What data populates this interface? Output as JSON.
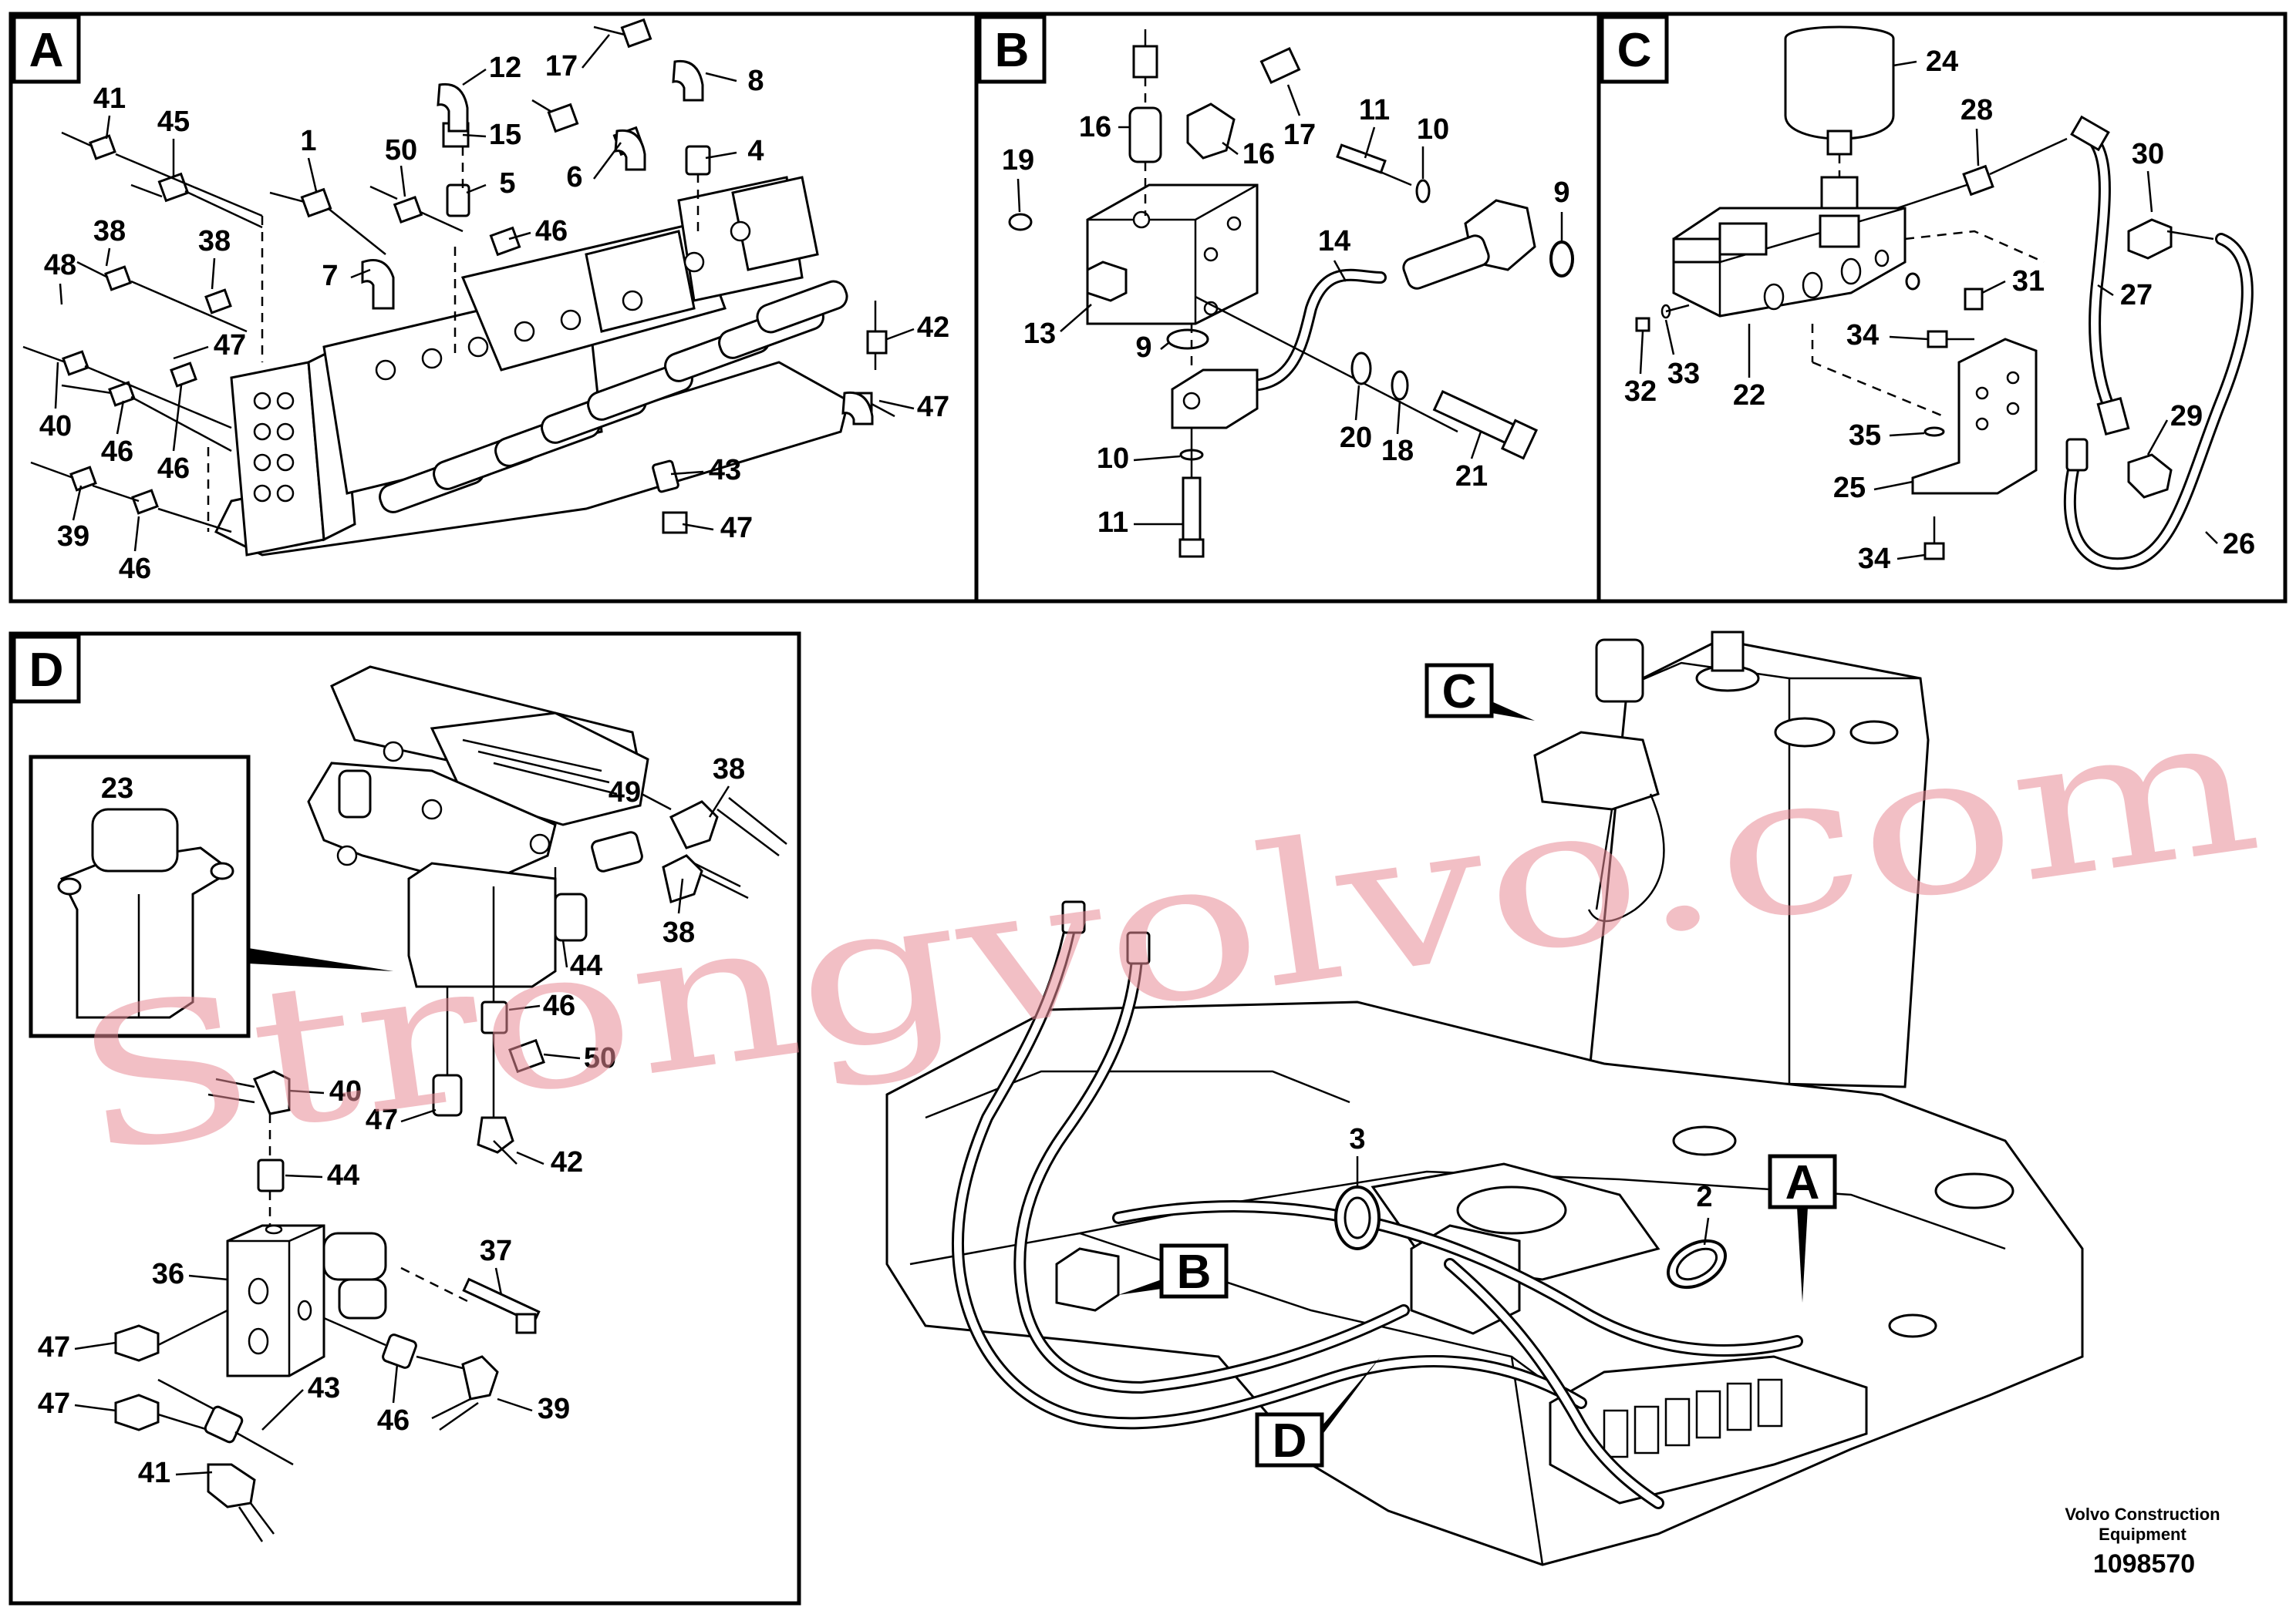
{
  "panels": {
    "A": {
      "letter": "A",
      "callouts": [
        "41",
        "45",
        "1",
        "50",
        "12",
        "17",
        "8",
        "38",
        "48",
        "38",
        "47",
        "40",
        "46",
        "46",
        "39",
        "46",
        "7",
        "5",
        "15",
        "6",
        "4",
        "46",
        "42",
        "47",
        "43",
        "47"
      ]
    },
    "B": {
      "letter": "B",
      "callouts": [
        "16",
        "16",
        "17",
        "19",
        "11",
        "10",
        "9",
        "13",
        "9",
        "14",
        "10",
        "11",
        "20",
        "18",
        "21"
      ]
    },
    "C": {
      "letter": "C",
      "callouts": [
        "24",
        "28",
        "30",
        "31",
        "27",
        "32",
        "33",
        "22",
        "34",
        "35",
        "25",
        "29",
        "26",
        "34"
      ]
    },
    "D": {
      "letter": "D",
      "callouts": [
        "23",
        "49",
        "38",
        "38",
        "44",
        "46",
        "50",
        "47",
        "42",
        "40",
        "44",
        "36",
        "37",
        "47",
        "47",
        "43",
        "46",
        "39",
        "41"
      ]
    }
  },
  "overview": {
    "callouts": [
      "3",
      "2"
    ],
    "detail_flags": [
      "C",
      "B",
      "A",
      "D"
    ]
  },
  "footer": {
    "company_line1": "Volvo Construction",
    "company_line2": "Equipment",
    "drawing_number": "1098570"
  },
  "watermark": "Strongvolvo.com"
}
